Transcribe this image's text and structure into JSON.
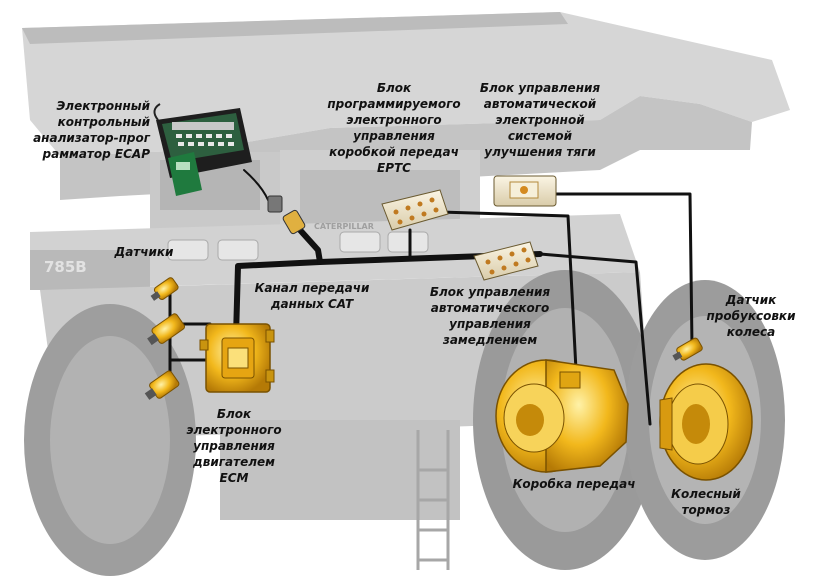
{
  "truck": {
    "model_plate": "785B",
    "side_text": "CATERPILLAR"
  },
  "labels": {
    "ecap": "Электронный\nконтрольный\nанализатор-прог\nрамматор ECAP",
    "eptc": "Блок\nпрограммируемого\nэлектронного\nуправления\nкоробкой передач\nEPTC",
    "traction": "Блок управления\nавтоматической\nэлектронной\nсистемой\nулучшения тяги",
    "sensors": "Датчики",
    "cat_data_link": "Канал передачи\nданных CAT",
    "retarder": "Блок управления\nавтоматического\nуправления\nзамедлением",
    "wheel_slip_sensor": "Датчик\nпробуксовки\nколеса",
    "ecm": "Блок\nэлектронного\nуправления\nдвигателем\nECM",
    "transmission": "Коробка передач",
    "wheel_brake": "Колесный\nтормоз"
  },
  "colors": {
    "truck_body": "#cfcfcf",
    "truck_shadow": "#a9a9a9",
    "tire": "#9a9a9a",
    "harness": "#111111",
    "component_yellow": "#f2b81c",
    "ecap_green": "#1f7a3e",
    "module_cream": "#f3ead2"
  }
}
